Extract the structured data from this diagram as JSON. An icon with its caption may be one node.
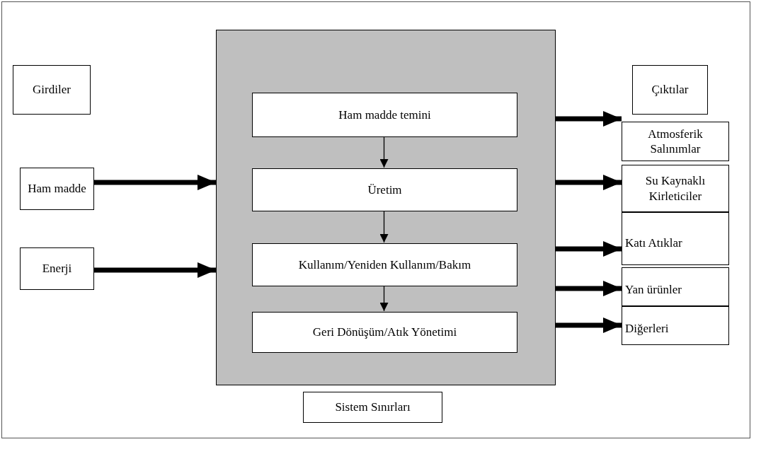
{
  "diagram": {
    "nodes": [
      {
        "text": [
          "Girdiler"
        ]
      },
      {
        "text": [
          "Ham madde"
        ]
      },
      {
        "text": [
          "Enerji"
        ]
      },
      {
        "text": [],
        "shape": "box"
      },
      {
        "text": [
          "Ham madde temini"
        ],
        "in": 3
      },
      {
        "text": [
          "Üretim"
        ],
        "in": 3
      },
      {
        "text": [
          "Kullanım/Yeniden Kullanım/Bakım"
        ],
        "in": 3
      },
      {
        "text": [
          "Geri Dönüşüm/Atık Yönetimi"
        ],
        "in": 3
      },
      {
        "text": [
          "Çıktılar"
        ]
      },
      {
        "text": [
          "Atmosferik Salınımlar"
        ]
      },
      {
        "text": [
          "Su Kaynaklı Kirleticiler"
        ]
      },
      {
        "text": [
          "Katı Atıklar"
        ]
      },
      {
        "text": [
          "Yan ürünler"
        ]
      },
      {
        "text": [
          "Diğerleri"
        ]
      },
      {
        "text": [
          "Sistem Sınırları"
        ]
      }
    ],
    "edges": [
      {
        "from": 1,
        "to": 3,
        "arrow": "to"
      },
      {
        "from": 2,
        "to": 3,
        "arrow": "to"
      },
      {
        "from": 4,
        "to": 5,
        "arrow": "to"
      },
      {
        "from": 5,
        "to": 6,
        "arrow": "to"
      },
      {
        "from": 6,
        "to": 7,
        "arrow": "to"
      },
      {
        "from": 3,
        "to": 9,
        "arrow": "to"
      },
      {
        "from": 3,
        "to": 10,
        "arrow": "to"
      },
      {
        "from": 3,
        "to": 11,
        "arrow": "to"
      },
      {
        "from": 3,
        "to": 12,
        "arrow": "to"
      },
      {
        "from": 3,
        "to": 13,
        "arrow": "to"
      }
    ]
  }
}
